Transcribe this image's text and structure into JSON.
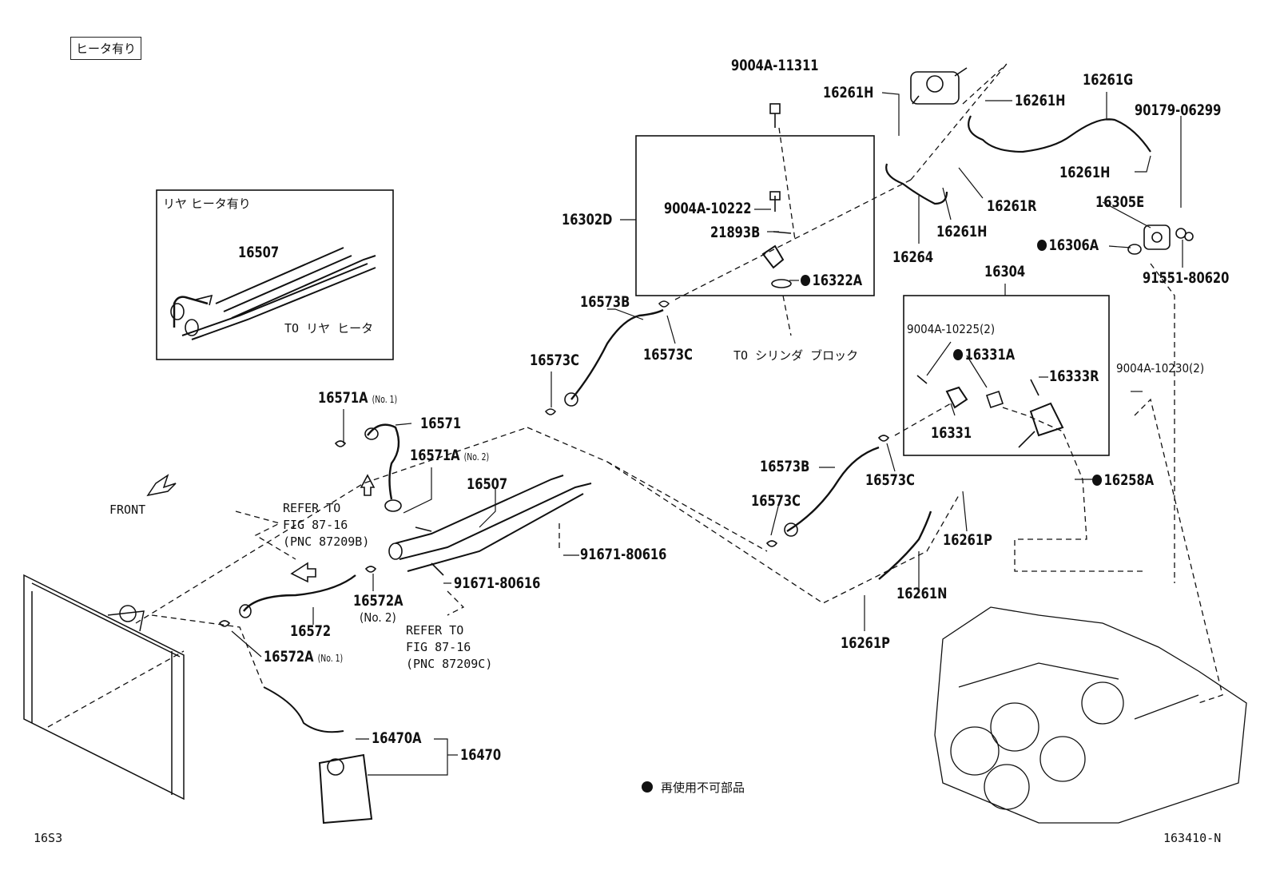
{
  "header": {
    "variant_tag": "ヒータ有り"
  },
  "inset": {
    "title": "リヤ ヒータ有り",
    "part": "16507",
    "to_note": "TO リヤ ヒータ"
  },
  "parts": {
    "p9004a_11311": "9004A-11311",
    "p16261h_a": "16261H",
    "p16261h_b": "16261H",
    "p16261g": "16261G",
    "p90179_06299": "90179-06299",
    "p16261h_c": "16261H",
    "p16261r": "16261R",
    "p16261h_d": "16261H",
    "p16264": "16264",
    "p16305e": "16305E",
    "p16306a": "16306A",
    "p91551_80620": "91551-80620",
    "p16302d": "16302D",
    "p9004a_10222": "9004A-10222",
    "p21893b": "21893B",
    "p16322a": "16322A",
    "p16573b_a": "16573B",
    "p16573c_a": "16573C",
    "p16573c_b": "16573C",
    "p16304": "16304",
    "p9004a_10225": "9004A-10225(2)",
    "p16331a": "16331A",
    "p16333r": "16333R",
    "p9004a_10230": "9004A-10230(2)",
    "p16331": "16331",
    "p16573b_b": "16573B",
    "p16573c_c": "16573C",
    "p16573c_d": "16573C",
    "p16258a": "16258A",
    "p16261p_a": "16261P",
    "p16261n": "16261N",
    "p16261p_b": "16261P",
    "p16571a_1": "16571A",
    "p16571a_1_sub": "(No. 1)",
    "p16571": "16571",
    "p16571a_2": "16571A",
    "p16571a_2_sub": "(No. 2)",
    "p16507": "16507",
    "p91671_a": "91671-80616",
    "p91671_b": "91671-80616",
    "p16572a_2": "16572A",
    "p16572a_2_sub": "(No. 2)",
    "p16572": "16572",
    "p16572a_1": "16572A",
    "p16572a_1_sub": "(No. 1)",
    "p16470a": "16470A",
    "p16470": "16470"
  },
  "notes": {
    "to_cylinder_block": "TO シリンダ ブロック",
    "front": "FRONT",
    "refer1_l1": "REFER TO",
    "refer1_l2": "FIG 87-16",
    "refer1_l3": "(PNC 87209B)",
    "refer2_l1": "REFER TO",
    "refer2_l2": "FIG 87-16",
    "refer2_l3": "(PNC 87209C)",
    "legend": "再使用不可部品",
    "code_left": "16S3",
    "code_right": "163410-N"
  }
}
